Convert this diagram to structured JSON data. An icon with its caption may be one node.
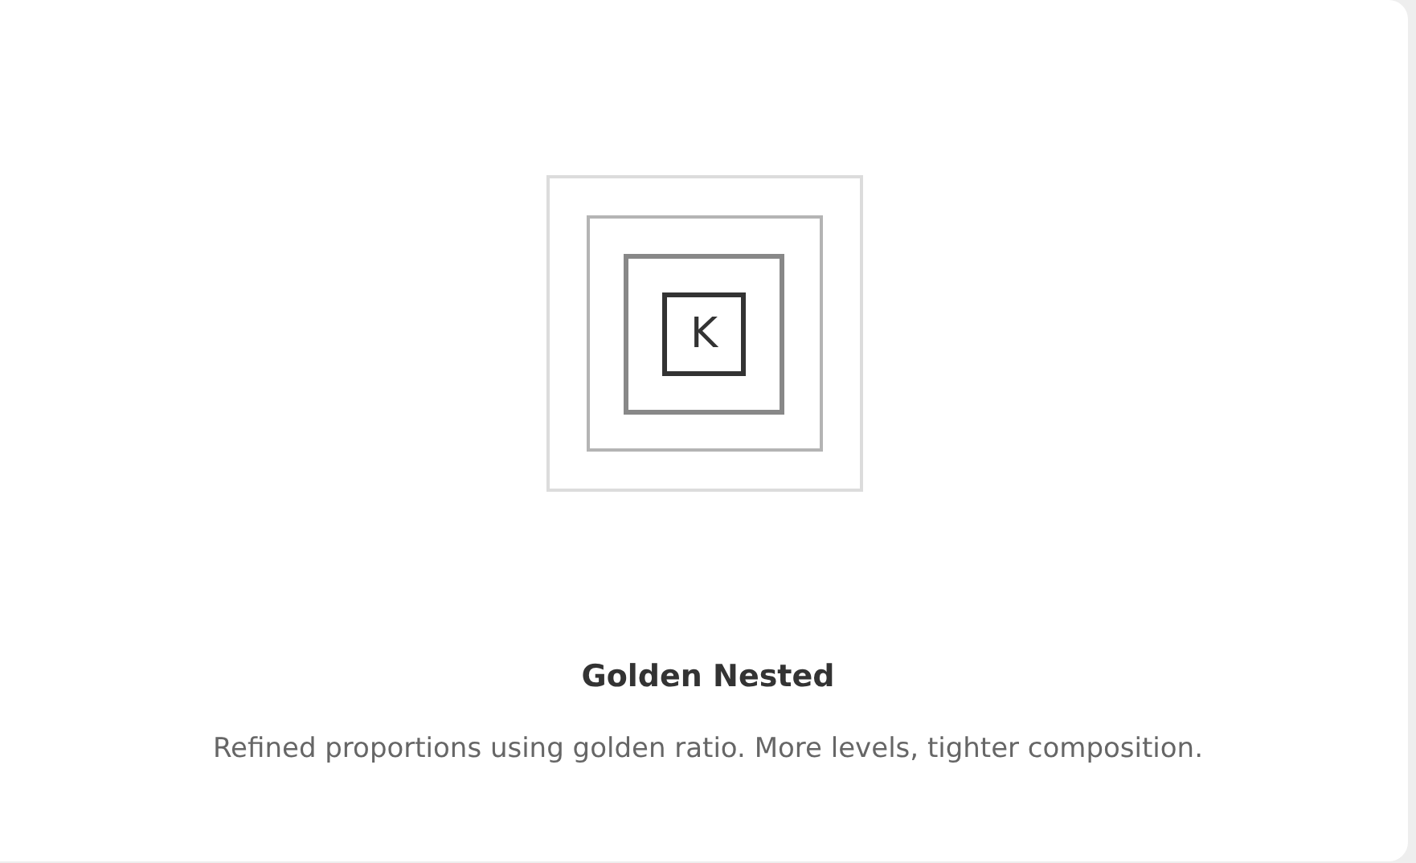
{
  "diagram": {
    "title": "Golden Nested",
    "caption": "Refined proportions using golden ratio. More levels, tighter composition.",
    "nodes": [
      {
        "text": [],
        "shape": "box"
      },
      {
        "text": [],
        "shape": "box",
        "in": 0
      },
      {
        "text": [],
        "shape": "box",
        "in": 1
      },
      {
        "text": [
          "K"
        ],
        "in": 2
      }
    ]
  }
}
